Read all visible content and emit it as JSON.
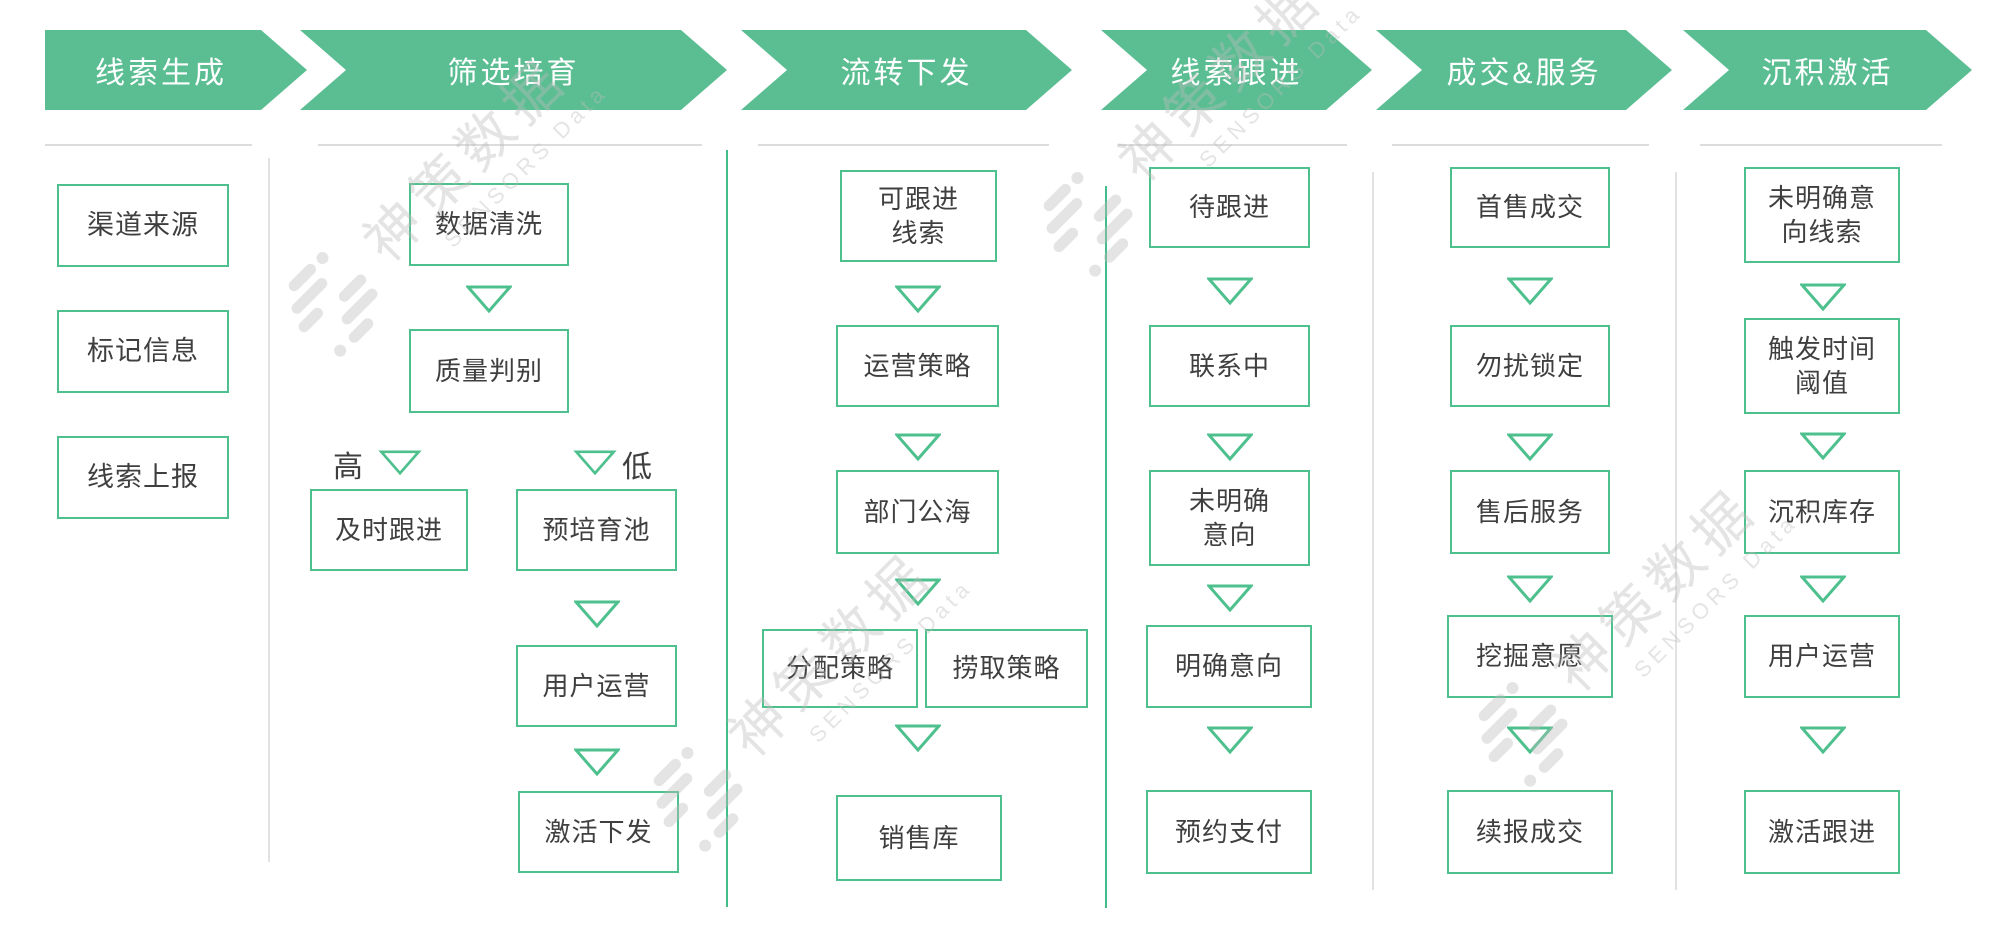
{
  "diagram": {
    "description": "线索全生命周期流程图",
    "colors": {
      "chevron_green": "#5BBE92",
      "box_border_green": "#4EC08D",
      "divider_green": "#44BD8B",
      "divider_gray": "#E2E2E2",
      "underline_gray": "#DCDCDC",
      "text_dark": "#3F3F3F",
      "header_text": "#FFFFFF"
    }
  },
  "watermark": {
    "logo": "sensors-data-logo",
    "text_cn": "神策数据",
    "text_en": "SENSORS Data"
  },
  "columns": [
    {
      "header": "线索生成",
      "boxes": [
        "渠道来源",
        "标记信息",
        "线索上报"
      ]
    },
    {
      "header": "筛选培育",
      "boxes": [
        "数据清洗",
        "质量判别",
        "及时跟进",
        "预培育池",
        "用户运营",
        "激活下发"
      ],
      "branch": {
        "high": "高",
        "low": "低"
      }
    },
    {
      "header": "流转下发",
      "boxes": [
        "可跟进\n线索",
        "运营策略",
        "部门公海",
        "分配策略",
        "捞取策略",
        "销售库"
      ]
    },
    {
      "header": "线索跟进",
      "boxes": [
        "待跟进",
        "联系中",
        "未明确\n意向",
        "明确意向",
        "预约支付"
      ]
    },
    {
      "header": "成交&服务",
      "boxes": [
        "首售成交",
        "勿扰锁定",
        "售后服务",
        "挖掘意愿",
        "续报成交"
      ]
    },
    {
      "header": "沉积激活",
      "boxes": [
        "未明确意\n向线索",
        "触发时间\n阈值",
        "沉积库存",
        "用户运营",
        "激活跟进"
      ]
    }
  ]
}
